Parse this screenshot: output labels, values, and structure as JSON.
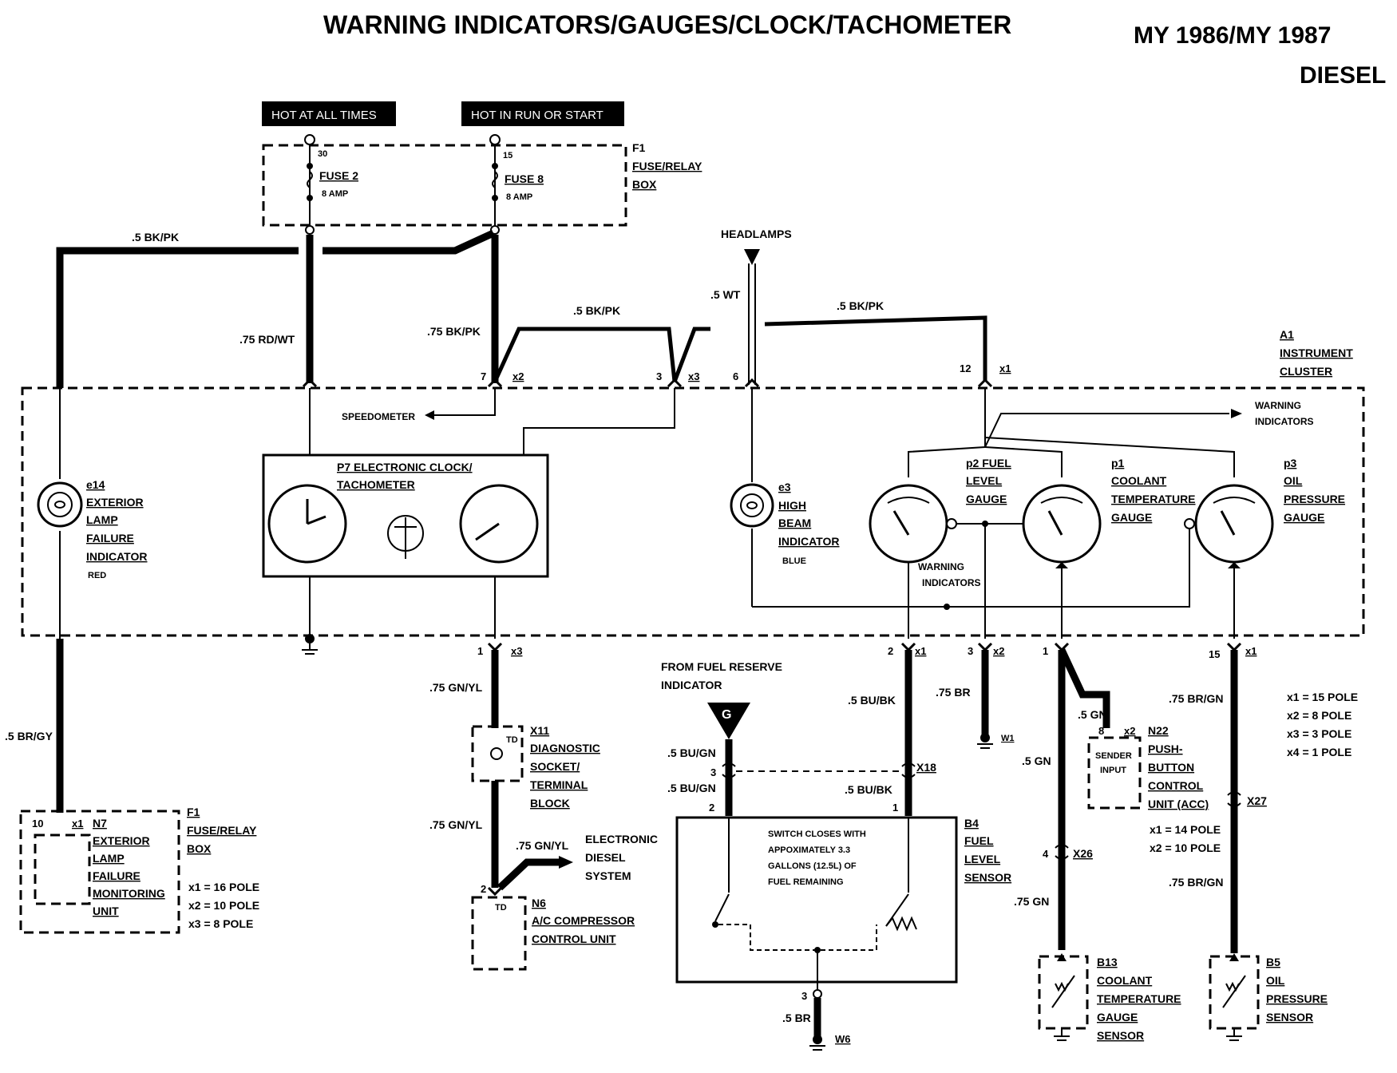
{
  "header": {
    "title": "WARNING INDICATORS/GAUGES/CLOCK/TACHOMETER",
    "model_years": "MY 1986/MY 1987",
    "variant": "DIESEL"
  },
  "power": {
    "hot_always": "HOT AT ALL TIMES",
    "hot_run": "HOT IN RUN OR START",
    "term_30": "30",
    "term_15": "15",
    "fuse2_name": "FUSE 2",
    "fuse2_amp": "8 AMP",
    "fuse8_name": "FUSE 8",
    "fuse8_amp": "8 AMP",
    "f1_id": "F1",
    "f1_l1": "FUSE/RELAY",
    "f1_l2": "BOX"
  },
  "wires": {
    "w_bkpk_top": ".5 BK/PK",
    "w_rdwt": ".75 RD/WT",
    "w_bkpk_75": ".75 BK/PK",
    "w_bkpk_mid": ".5 BK/PK",
    "w_wt": ".5 WT",
    "w_bkpk_right": ".5 BK/PK",
    "headlamps": "HEADLAMPS",
    "w_brgy": ".5 BR/GY",
    "w_gnyl_1": ".75 GN/YL",
    "w_gnyl_2": ".75 GN/YL",
    "w_gnyl_3": ".75 GN/YL",
    "w_bubk_1": ".5 BU/BK",
    "w_bubk_2": ".5 BU/BK",
    "w_bugn_1": ".5 BU/GN",
    "w_bugn_2": ".5 BU/GN",
    "w_br_1": ".75 BR",
    "w_br_2": ".5 BR",
    "w_gn_1": ".5 GN",
    "w_gn_2": ".5 GN",
    "w_gn_3": ".75 GN",
    "w_brgn_1": ".75 BR/GN",
    "w_brgn_2": ".75 BR/GN"
  },
  "pins": {
    "p7": "7",
    "x2": "x2",
    "p3": "3",
    "x3": "x3",
    "p6": "6",
    "p12": "12",
    "x1": "x1",
    "p1b": "1",
    "x3b": "x3",
    "p2b": "2",
    "x1b": "x1",
    "p3b": "3",
    "x2b": "x2",
    "p1c": "1",
    "p15": "15",
    "x1c": "x1",
    "p10": "10",
    "x1n7": "x1",
    "p2n6": "2",
    "p8": "8",
    "x2n22": "x2",
    "p3g": "3",
    "p2g": "2",
    "p3w6": "3",
    "p2f": "2",
    "p1f": "1",
    "p4": "4"
  },
  "cluster": {
    "id": "A1",
    "l1": "INSTRUMENT",
    "l2": "CLUSTER",
    "speedometer": "SPEEDOMETER",
    "warning_top_1": "WARNING",
    "warning_top_2": "INDICATORS",
    "warning_mid_1": "WARNING",
    "warning_mid_2": "INDICATORS"
  },
  "components": {
    "e14_id": "e14",
    "e14_l1": "EXTERIOR",
    "e14_l2": "LAMP",
    "e14_l3": "FAILURE",
    "e14_l4": "INDICATOR",
    "e14_color": "RED",
    "p7_l1": "P7 ELECTRONIC CLOCK/",
    "p7_l2": "TACHOMETER",
    "e3_id": "e3",
    "e3_l1": "HIGH",
    "e3_l2": "BEAM",
    "e3_l3": "INDICATOR",
    "e3_color": "BLUE",
    "p2_l1": "p2 FUEL",
    "p2_l2": "LEVEL",
    "p2_l3": "GAUGE",
    "p1_id": "p1",
    "p1_l1": "COOLANT",
    "p1_l2": "TEMPERATURE",
    "p1_l3": "GAUGE",
    "p3_id": "p3",
    "p3_l1": "OIL",
    "p3_l2": "PRESSURE",
    "p3_l3": "GAUGE",
    "x11_id": "X11",
    "x11_l1": "DIAGNOSTIC",
    "x11_l2": "SOCKET/",
    "x11_l3": "TERMINAL",
    "x11_l4": "BLOCK",
    "td1": "TD",
    "n6_id": "N6",
    "n6_l1": "A/C COMPRESSOR",
    "n6_l2": "CONTROL UNIT",
    "td2": "TD",
    "eds_l1": "ELECTRONIC",
    "eds_l2": "DIESEL",
    "eds_l3": "SYSTEM",
    "n7_id": "N7",
    "n7_l1": "EXTERIOR",
    "n7_l2": "LAMP",
    "n7_l3": "FAILURE",
    "n7_l4": "MONITORING",
    "n7_l5": "UNIT",
    "n7f1_id": "F1",
    "n7f1_l1": "FUSE/RELAY",
    "n7f1_l2": "BOX",
    "n7_leg1": "x1 = 16 POLE",
    "n7_leg2": "x2 = 10 POLE",
    "n7_leg3": "x3 = 8 POLE",
    "fuel_res_l1": "FROM FUEL RESERVE",
    "fuel_res_l2": "INDICATOR",
    "g": "G",
    "x18": "X18",
    "b4_id": "B4",
    "b4_l1": "FUEL",
    "b4_l2": "LEVEL",
    "b4_l3": "SENSOR",
    "switch_l1": "SWITCH CLOSES WITH",
    "switch_l2": "APPOXIMATELY 3.3",
    "switch_l3": "GALLONS (12.5L) OF",
    "switch_l4": "FUEL REMAINING",
    "w1": "W1",
    "w6": "W6",
    "n22_id": "N22",
    "n22_l1": "PUSH-",
    "n22_l2": "BUTTON",
    "n22_l3": "CONTROL",
    "n22_l4": "UNIT (ACC)",
    "sender_l1": "SENDER",
    "sender_l2": "INPUT",
    "n22_leg1": "x1 = 14 POLE",
    "n22_leg2": "x2 = 10 POLE",
    "x26": "X26",
    "x27": "X27",
    "leg1": "x1 = 15 POLE",
    "leg2": "x2 = 8 POLE",
    "leg3": "x3 = 3 POLE",
    "leg4": "x4 = 1 POLE",
    "b13_id": "B13",
    "b13_l1": "COOLANT",
    "b13_l2": "TEMPERATURE",
    "b13_l3": "GAUGE",
    "b13_l4": "SENSOR",
    "b5_id": "B5",
    "b5_l1": "OIL",
    "b5_l2": "PRESSURE",
    "b5_l3": "SENSOR"
  }
}
